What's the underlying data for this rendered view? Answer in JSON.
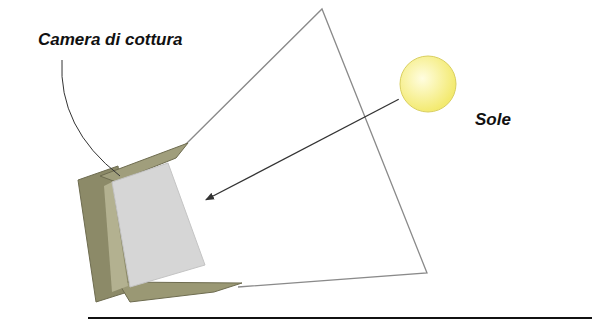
{
  "diagram": {
    "nodes": [
      {
        "text": [
          "Camera di cottura"
        ]
      },
      {
        "text": [
          "Sole"
        ]
      }
    ],
    "edges": [
      {
        "from": 1,
        "to": 0,
        "arrow": "to"
      }
    ]
  }
}
